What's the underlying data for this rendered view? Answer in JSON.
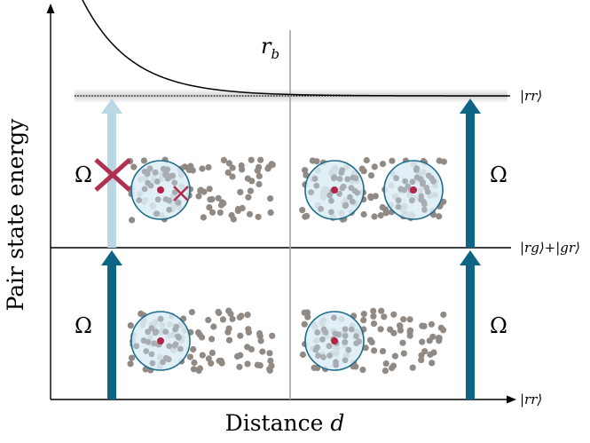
{
  "axes": {
    "ylabel": "Pair state energy",
    "xlabel_text": "Distance ",
    "xlabel_var": "d"
  },
  "blockade_radius": {
    "symbol": "r",
    "subscript": "b"
  },
  "levels": {
    "top": "|rr⟩",
    "middle": "|rg⟩+|gr⟩",
    "bottom": "|rr⟩"
  },
  "rabi": {
    "symbol": "Ω",
    "left_top_blocked": true
  },
  "colors": {
    "arrow": "#0e6485",
    "arrow_faded": "#b9d8e4",
    "atom_gray": "#918a84",
    "excited_atom": "#b2234a",
    "blockade_fill": "#dcedf6",
    "blockade_stroke": "#1f6c8b",
    "cross": "#b03050",
    "divider": "#a9a199"
  }
}
